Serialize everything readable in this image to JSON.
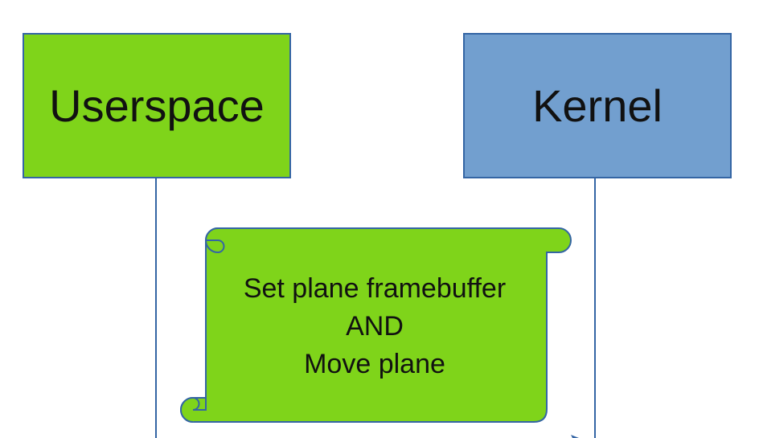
{
  "actors": {
    "userspace": {
      "label": "Userspace",
      "color": "#7fd41a"
    },
    "kernel": {
      "label": "Kernel",
      "color": "#729fcf"
    }
  },
  "note": {
    "lines": [
      "Set plane framebuffer",
      "AND",
      "Move plane"
    ],
    "color": "#7fd41a"
  },
  "line_color": "#3465a4"
}
